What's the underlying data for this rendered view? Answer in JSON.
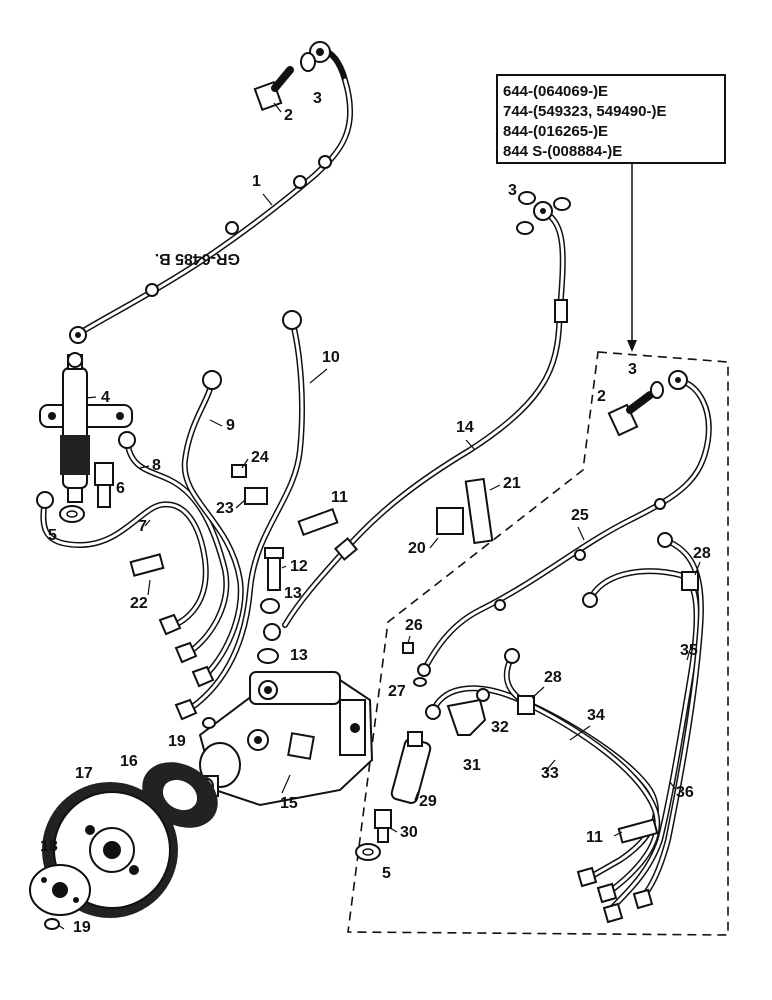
{
  "serial_box": [
    "644-(064069-)E",
    "744-(549323, 549490-)E",
    "844-(016265-)E",
    "844 S-(008884-)E"
  ],
  "pipe_marking": "GR-6485 B.",
  "callouts": [
    "1",
    "2",
    "3",
    "4",
    "5",
    "6",
    "7",
    "8",
    "9",
    "10",
    "11",
    "12",
    "13",
    "14",
    "15",
    "16",
    "17",
    "18",
    "19",
    "20",
    "21",
    "22",
    "23",
    "24",
    "25",
    "26",
    "27",
    "28",
    "29",
    "30",
    "31",
    "32",
    "33",
    "34",
    "35",
    "36"
  ],
  "labels": [
    {
      "id": "2a",
      "text": "2"
    },
    {
      "id": "3a",
      "text": "3"
    },
    {
      "id": "1",
      "text": "1"
    },
    {
      "id": "3b",
      "text": "3"
    },
    {
      "id": "3c",
      "text": "3"
    },
    {
      "id": "2b",
      "text": "2"
    },
    {
      "id": "4",
      "text": "4"
    },
    {
      "id": "10",
      "text": "10"
    },
    {
      "id": "9",
      "text": "9"
    },
    {
      "id": "14",
      "text": "14"
    },
    {
      "id": "24",
      "text": "24"
    },
    {
      "id": "8",
      "text": "8"
    },
    {
      "id": "6",
      "text": "6"
    },
    {
      "id": "23",
      "text": "23"
    },
    {
      "id": "21",
      "text": "21"
    },
    {
      "id": "11a",
      "text": "11"
    },
    {
      "id": "7",
      "text": "7"
    },
    {
      "id": "5a",
      "text": "5"
    },
    {
      "id": "25",
      "text": "25"
    },
    {
      "id": "20",
      "text": "20"
    },
    {
      "id": "28a",
      "text": "28"
    },
    {
      "id": "12",
      "text": "12"
    },
    {
      "id": "22",
      "text": "22"
    },
    {
      "id": "13a",
      "text": "13"
    },
    {
      "id": "35",
      "text": "35"
    },
    {
      "id": "26",
      "text": "26"
    },
    {
      "id": "13b",
      "text": "13"
    },
    {
      "id": "27",
      "text": "27"
    },
    {
      "id": "28b",
      "text": "28"
    },
    {
      "id": "34",
      "text": "34"
    },
    {
      "id": "32",
      "text": "32"
    },
    {
      "id": "19a",
      "text": "19"
    },
    {
      "id": "16",
      "text": "16"
    },
    {
      "id": "31",
      "text": "31"
    },
    {
      "id": "33",
      "text": "33"
    },
    {
      "id": "17",
      "text": "17"
    },
    {
      "id": "36",
      "text": "36"
    },
    {
      "id": "15",
      "text": "15"
    },
    {
      "id": "29",
      "text": "29"
    },
    {
      "id": "30",
      "text": "30"
    },
    {
      "id": "11b",
      "text": "11"
    },
    {
      "id": "18",
      "text": "18"
    },
    {
      "id": "5b",
      "text": "5"
    },
    {
      "id": "19b",
      "text": "19"
    }
  ]
}
